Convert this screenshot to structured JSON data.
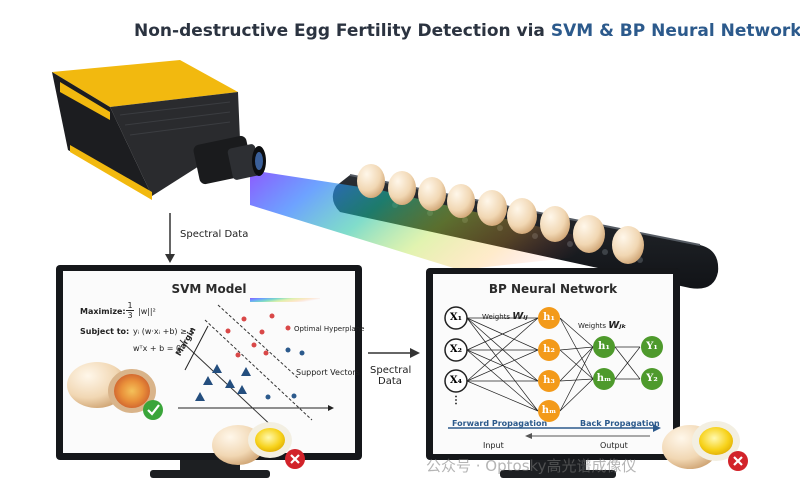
{
  "title": {
    "prefix": "Non-destructive Egg Fertility Detection via",
    "highlight": "SVM & BP Neural Network"
  },
  "labels": {
    "spectral_data_top": "Spectral Data",
    "spectral_data_mid_line1": "Spectral",
    "spectral_data_mid_line2": "Data"
  },
  "svm": {
    "title": "SVM Model",
    "maximize_label": "Maximize:",
    "maximize_formula_top": "1",
    "maximize_formula_bottom": "3",
    "maximize_formula_rest": "|w||²",
    "subject_label": "Subject to:",
    "constraint_1": "yᵢ (w·xᵢ +b) ≥ 1",
    "constraint_2": "wᵀx + b = 0",
    "margin_label": "Margin",
    "hyperplane_label": "Optimal Hyperplane",
    "support_vectors_label": "Support Vectors"
  },
  "bp": {
    "title": "BP Neural Network",
    "weights_ij": "Weights",
    "weights_ij_sym": "Wᵢⱼ",
    "weights_jk": "Weights",
    "weights_jk_sym": "Wⱼₖ",
    "inputs": [
      "X₁",
      "X₂",
      "X₄",
      "⋮"
    ],
    "hidden1": [
      "h₁",
      "h₂",
      "h₃",
      "hₘ"
    ],
    "hidden2": [
      "h₁",
      "hₘ"
    ],
    "outputs": [
      "Y₁",
      "Y₂"
    ],
    "forward_label": "Forward Propagation",
    "back_label": "Back Propagation",
    "input_label": "Input",
    "output_label": "Output"
  },
  "watermark": "公众号 · Optosky高光谱成像仪",
  "colors": {
    "camera_body": "#f2b90f",
    "hidden_node": "#f39a1a",
    "output_node": "#4e9a2c",
    "title_highlight": "#2c5a8c",
    "check": "#3aa53a",
    "cross": "#d2232a"
  }
}
